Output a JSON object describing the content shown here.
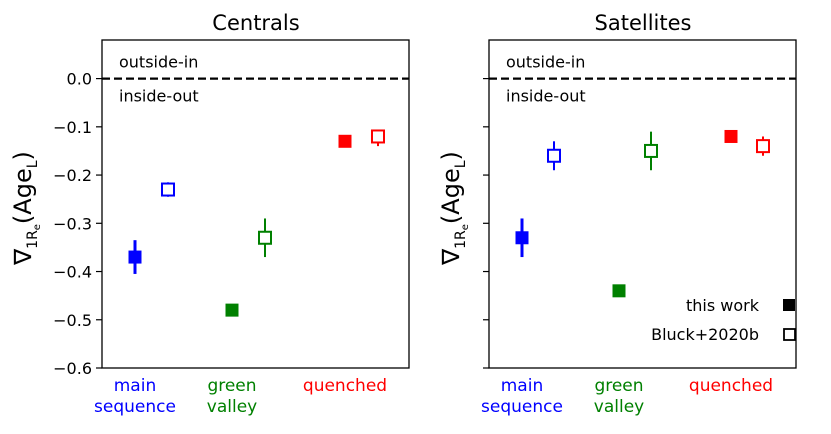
{
  "chart_data": [
    {
      "type": "scatter",
      "title": "Centrals",
      "ylabel": "∇1Re(AgeL)",
      "ylim": [
        -0.6,
        0.08
      ],
      "yticks": [
        "0.0",
        "−0.1",
        "−0.2",
        "−0.3",
        "−0.4",
        "−0.5",
        "−0.6"
      ],
      "y_tick_labels_shown": true,
      "reference_line": {
        "y": 0.0,
        "style": "dashed"
      },
      "annotations": {
        "above": "outside-in",
        "below": "inside-out"
      },
      "categories": [
        {
          "label_lines": [
            "main",
            "sequence"
          ],
          "color": "#0000ff"
        },
        {
          "label_lines": [
            "green",
            "valley"
          ],
          "color": "#008000"
        },
        {
          "label_lines": [
            "quenched"
          ],
          "color": "#ff0000"
        }
      ],
      "series": [
        {
          "name": "this work",
          "marker": "filled-square",
          "points": [
            {
              "category": 0,
              "y": -0.37,
              "err_low": -0.405,
              "err_high": -0.335
            },
            {
              "category": 1,
              "y": -0.48,
              "err_low": -0.48,
              "err_high": -0.48
            },
            {
              "category": 2,
              "y": -0.13,
              "err_low": -0.13,
              "err_high": -0.13
            }
          ]
        },
        {
          "name": "Bluck+2020b",
          "marker": "open-square",
          "points": [
            {
              "category": 0,
              "y": -0.23,
              "err_low": -0.245,
              "err_high": -0.215
            },
            {
              "category": 1,
              "y": -0.33,
              "err_low": -0.37,
              "err_high": -0.29
            },
            {
              "category": 2,
              "y": -0.12,
              "err_low": -0.14,
              "err_high": -0.11
            }
          ]
        }
      ],
      "legend": null
    },
    {
      "type": "scatter",
      "title": "Satellites",
      "ylabel": "∇1Re(AgeL)",
      "ylim": [
        -0.6,
        0.08
      ],
      "y_tick_labels_shown": false,
      "reference_line": {
        "y": 0.0,
        "style": "dashed"
      },
      "annotations": {
        "above": "outside-in",
        "below": "inside-out"
      },
      "categories": [
        {
          "label_lines": [
            "main",
            "sequence"
          ],
          "color": "#0000ff"
        },
        {
          "label_lines": [
            "green",
            "valley"
          ],
          "color": "#008000"
        },
        {
          "label_lines": [
            "quenched"
          ],
          "color": "#ff0000"
        }
      ],
      "series": [
        {
          "name": "this work",
          "marker": "filled-square",
          "points": [
            {
              "category": 0,
              "y": -0.33,
              "err_low": -0.37,
              "err_high": -0.29
            },
            {
              "category": 1,
              "y": -0.44,
              "err_low": -0.44,
              "err_high": -0.44
            },
            {
              "category": 2,
              "y": -0.12,
              "err_low": -0.12,
              "err_high": -0.12
            }
          ]
        },
        {
          "name": "Bluck+2020b",
          "marker": "open-square",
          "points": [
            {
              "category": 0,
              "y": -0.16,
              "err_low": -0.19,
              "err_high": -0.13
            },
            {
              "category": 1,
              "y": -0.15,
              "err_low": -0.19,
              "err_high": -0.11
            },
            {
              "category": 2,
              "y": -0.14,
              "err_low": -0.16,
              "err_high": -0.12
            }
          ]
        }
      ],
      "legend": {
        "position": "lower-right",
        "entries": [
          {
            "label": "this work",
            "marker": "filled-square"
          },
          {
            "label": "Bluck+2020b",
            "marker": "open-square"
          }
        ]
      }
    }
  ]
}
